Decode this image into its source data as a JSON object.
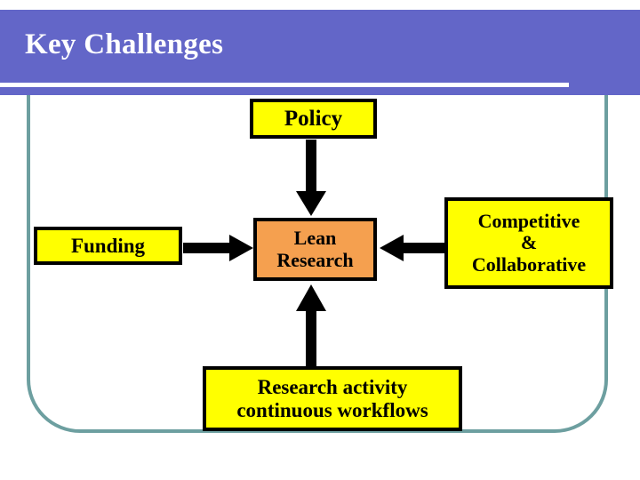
{
  "slide": {
    "title": "Key Challenges",
    "background_color": "#ffffff",
    "header_color": "#6366c8",
    "header_rule_color": "#ffffff",
    "frame_color": "#6d9fa0"
  },
  "diagram": {
    "type": "flow",
    "center_node": {
      "id": "lean-research",
      "label": "Lean\nResearch",
      "line1": "Lean",
      "line2": "Research",
      "fill": "#f5a04f",
      "border": "#000000"
    },
    "nodes": [
      {
        "id": "policy",
        "label": "Policy",
        "lines": [
          "Policy"
        ],
        "fill": "#ffff00",
        "border": "#000000",
        "position": "top"
      },
      {
        "id": "funding",
        "label": "Funding",
        "lines": [
          "Funding"
        ],
        "fill": "#ffff00",
        "border": "#000000",
        "position": "left"
      },
      {
        "id": "competitive-collaborative",
        "label": "Competitive & Collaborative",
        "lines": [
          "Competitive",
          "&",
          "Collaborative"
        ],
        "fill": "#ffff00",
        "border": "#000000",
        "position": "right"
      },
      {
        "id": "research-activity",
        "label": "Research activity continuous workflows",
        "lines": [
          "Research activity",
          "continuous workflows"
        ],
        "fill": "#ffff00",
        "border": "#000000",
        "position": "bottom"
      }
    ],
    "edges": [
      {
        "id": "policy-to-lean",
        "from": "policy",
        "to": "lean-research",
        "direction": "down",
        "color": "#000000"
      },
      {
        "id": "funding-to-lean",
        "from": "funding",
        "to": "lean-research",
        "direction": "right",
        "color": "#000000"
      },
      {
        "id": "competitive-to-lean",
        "from": "competitive-collaborative",
        "to": "lean-research",
        "direction": "left",
        "color": "#000000"
      },
      {
        "id": "workflows-to-lean",
        "from": "research-activity",
        "to": "lean-research",
        "direction": "up",
        "color": "#000000"
      }
    ]
  }
}
